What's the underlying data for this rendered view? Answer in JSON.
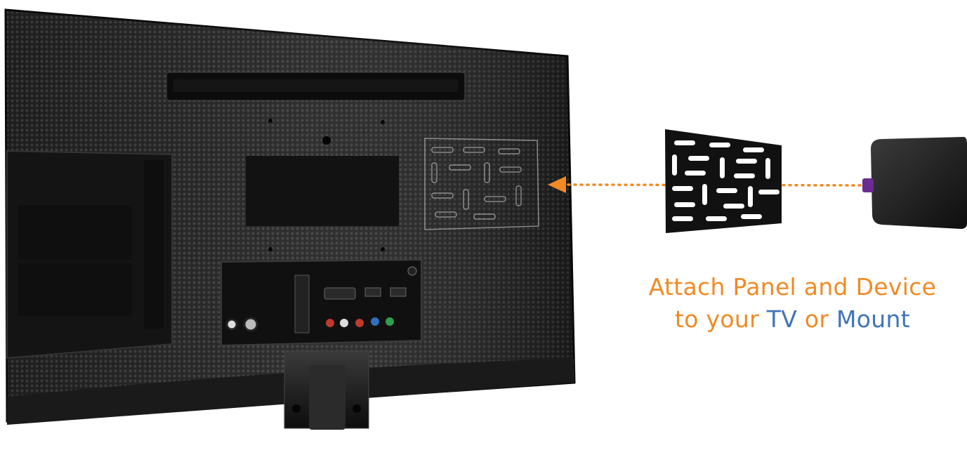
{
  "caption": {
    "line1": "Attach Panel and Device",
    "line2_prefix": "to your",
    "line2_tv": "TV",
    "line2_or": "or",
    "line2_mount": "Mount"
  },
  "colors": {
    "accent_orange": "#f08a24",
    "accent_blue": "#3f74b8",
    "device_logo": "#6a2c91",
    "tv_body": "#1b1b1b",
    "panel": "#111111"
  },
  "illustration": {
    "subjects": [
      "tv-back",
      "mounting-panel",
      "streaming-device"
    ],
    "connector": "dotted-arrow"
  }
}
